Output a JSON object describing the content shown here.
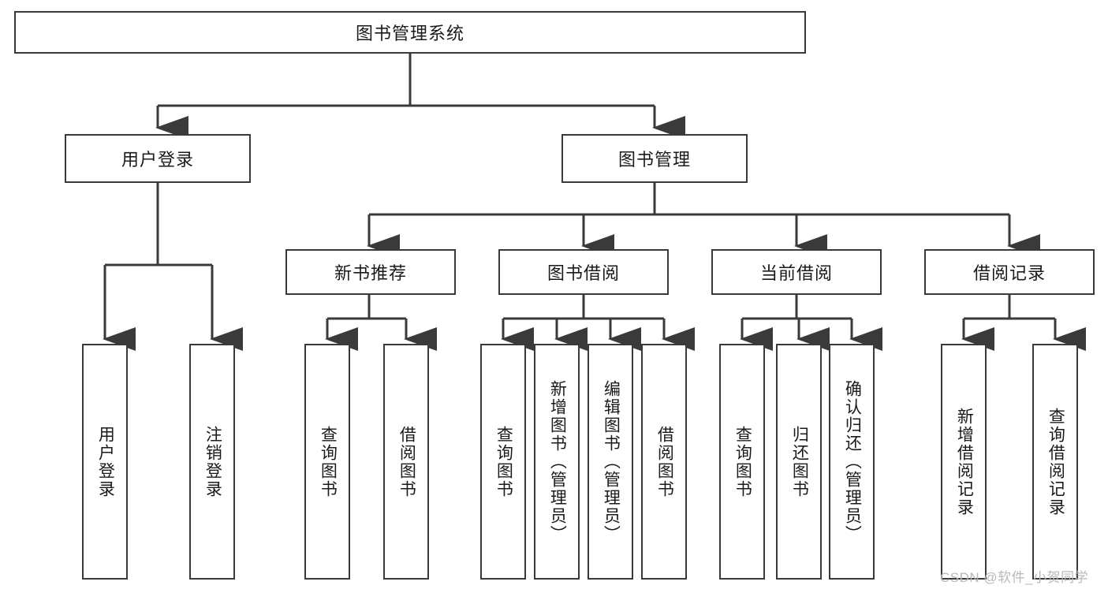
{
  "diagram": {
    "title": "图书管理系统",
    "type": "hierarchy-tree",
    "colors": {
      "box_border": "#3a3a3a",
      "box_fill": "#ffffff",
      "line": "#3a3a3a",
      "text": "#1a1a1a",
      "watermark": "#b9b9b9"
    }
  },
  "root": {
    "label": "图书管理系统"
  },
  "level2": [
    {
      "label": "用户登录"
    },
    {
      "label": "图书管理"
    }
  ],
  "level3": [
    {
      "label": "新书推荐"
    },
    {
      "label": "图书借阅"
    },
    {
      "label": "当前借阅"
    },
    {
      "label": "借阅记录"
    }
  ],
  "leaves": {
    "user_login": [
      {
        "label": "用户登录"
      },
      {
        "label": "注销登录"
      }
    ],
    "new_book": [
      {
        "label": "查询图书"
      },
      {
        "label": "借阅图书"
      }
    ],
    "book_borrow": [
      {
        "label": "查询图书"
      },
      {
        "label": "新增图书（管理员）"
      },
      {
        "label": "编辑图书（管理员）"
      },
      {
        "label": "借阅图书"
      }
    ],
    "current_borrow": [
      {
        "label": "查询图书"
      },
      {
        "label": "归还图书"
      },
      {
        "label": "确认归还（管理员）"
      }
    ],
    "borrow_record": [
      {
        "label": "新增借阅记录"
      },
      {
        "label": "查询借阅记录"
      }
    ]
  },
  "watermark": {
    "text": "CSDN @软件_小贺同学"
  }
}
